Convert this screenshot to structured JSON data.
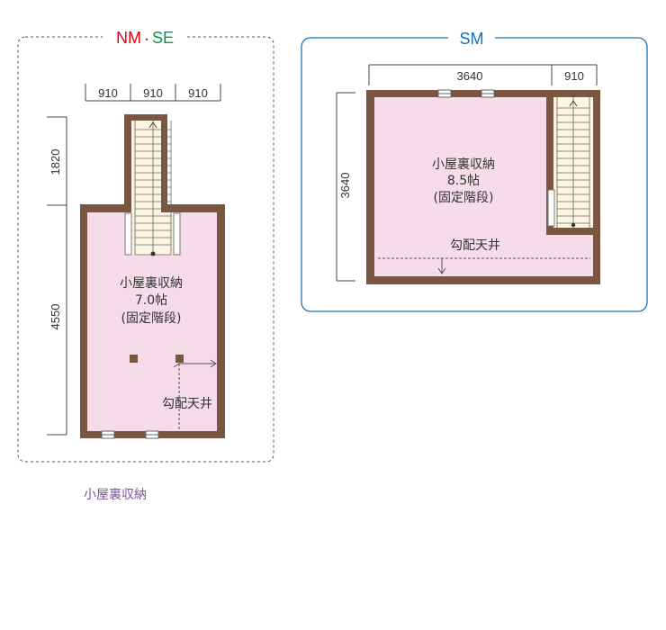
{
  "left_panel": {
    "title_nm": "NM",
    "title_dot": "・",
    "title_se": "SE",
    "title_nm_color": "#e60012",
    "title_se_color": "#009944",
    "dims_top": [
      "910",
      "910",
      "910"
    ],
    "dims_left": [
      "1820",
      "4550"
    ],
    "room_name": "小屋裏収納",
    "room_size": "7.0帖",
    "room_note": "(固定階段)",
    "ceiling_label": "勾配天井"
  },
  "right_panel": {
    "title": "SM",
    "title_color": "#1a6fb3",
    "dims_top": [
      "3640",
      "910"
    ],
    "dims_left": [
      "3640"
    ],
    "room_name": "小屋裏収納",
    "room_size": "8.5帖",
    "room_note": "(固定階段)",
    "ceiling_label": "勾配天井"
  },
  "caption": "小屋裏収納",
  "colors": {
    "wall": "#7a5540",
    "floor": "#f5dce8",
    "stair": "#fdf5e1",
    "caption": "#8a4fa3",
    "panel_border_right": "#1a6fb3"
  }
}
